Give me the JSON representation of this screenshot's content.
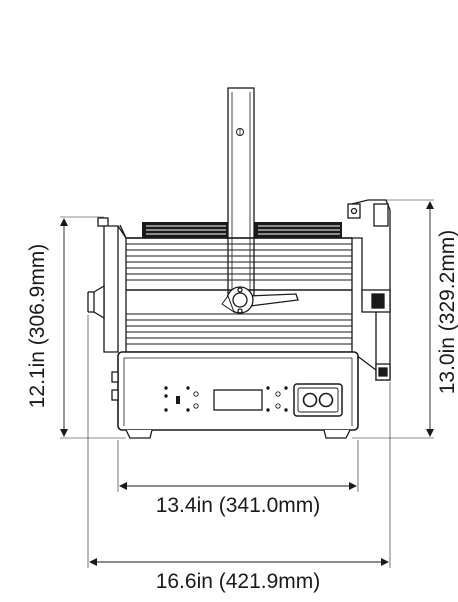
{
  "dimensions": {
    "left_height": "12.1in (306.9mm)",
    "right_height": "13.0in (329.2mm)",
    "inner_width": "13.4in (341.0mm)",
    "outer_width": "16.6in (421.9mm)"
  },
  "colors": {
    "line": "#1a1a1a",
    "background": "#ffffff"
  }
}
